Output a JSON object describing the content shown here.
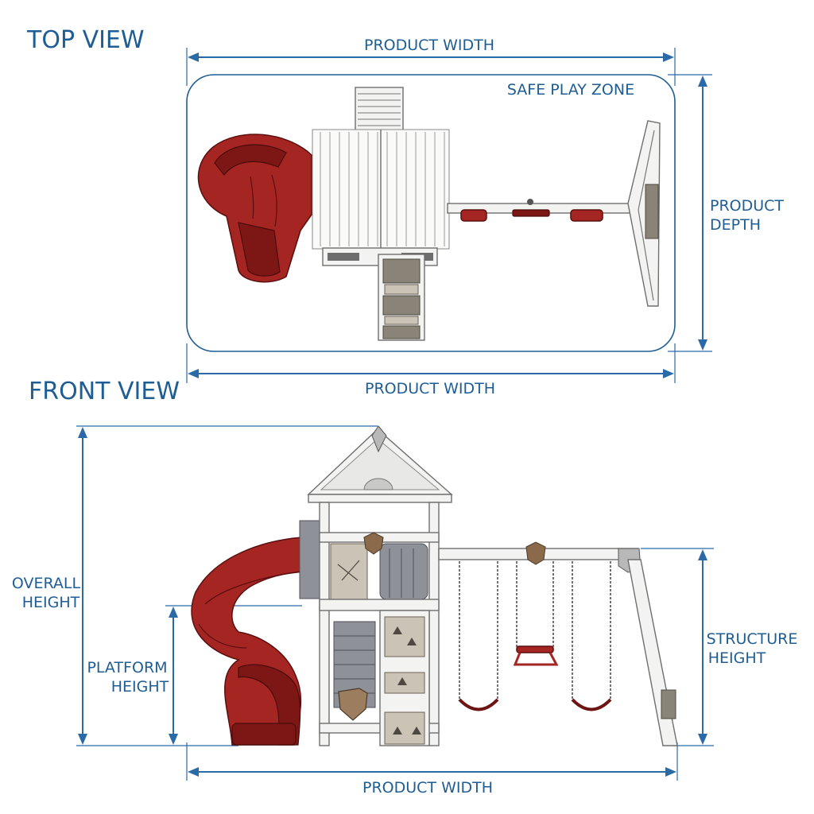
{
  "top_view": {
    "title": "TOP VIEW",
    "width_label_top": "PRODUCT WIDTH",
    "width_label_bottom": "PRODUCT WIDTH",
    "zone_label": "SAFE PLAY ZONE",
    "depth_label_line1": "PRODUCT",
    "depth_label_line2": "DEPTH"
  },
  "front_view": {
    "title": "FRONT VIEW",
    "overall_height_line1": "OVERALL",
    "overall_height_line2": "HEIGHT",
    "platform_height_line1": "PLATFORM",
    "platform_height_line2": "HEIGHT",
    "structure_height_line1": "STRUCTURE",
    "structure_height_line2": "HEIGHT",
    "width_label": "PRODUCT WIDTH"
  },
  "colors": {
    "dimension_blue": "#1f5d95",
    "slide_red": "#a52523",
    "wood_white": "#f3f3f1",
    "rock_grey": "#8a8378"
  }
}
